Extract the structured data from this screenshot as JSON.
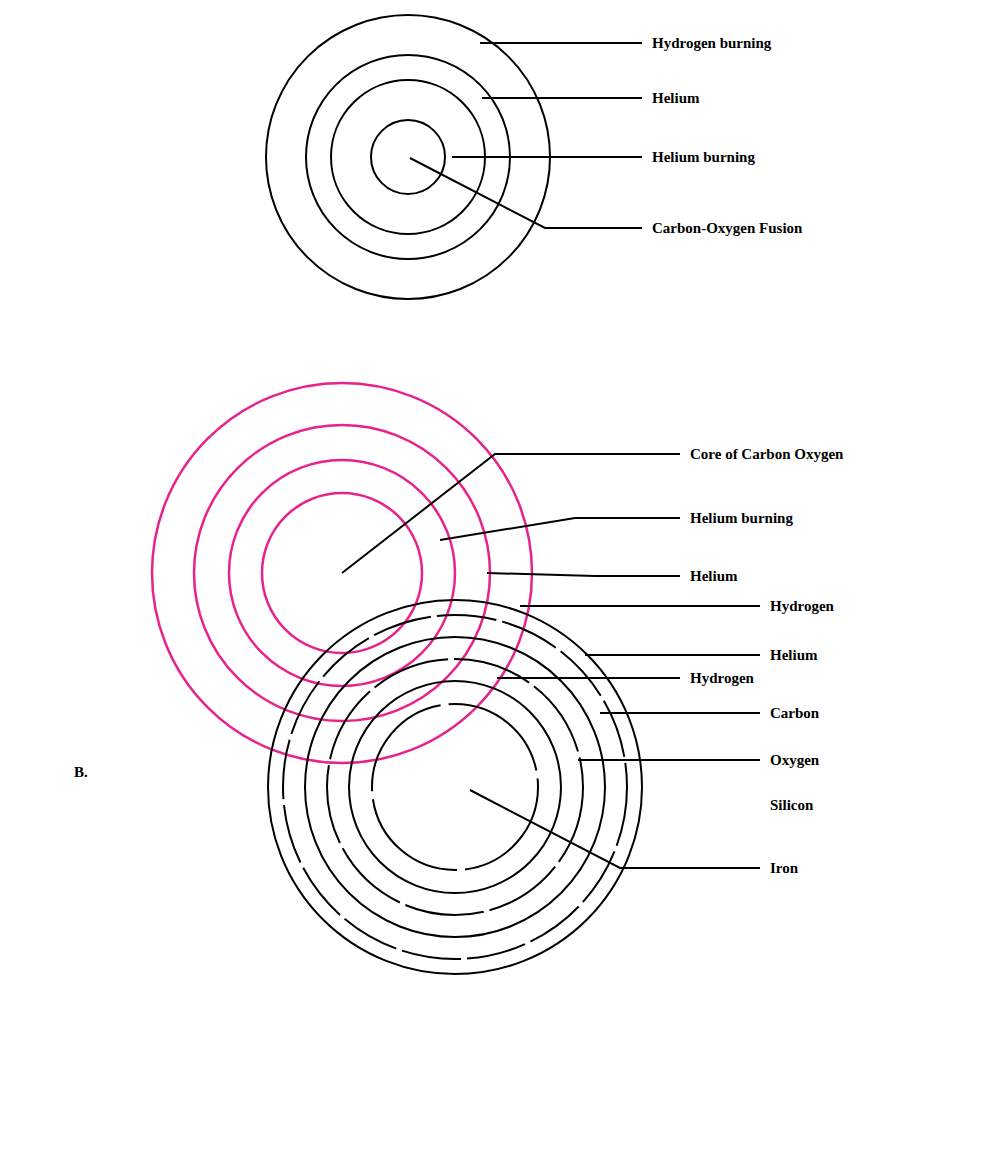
{
  "diagram": {
    "labels": [
      "Hydrogen burning",
      "Helium",
      "Helium burning",
      "Carbon-Oxygen Fusion",
      "Core of Carbon Oxygen",
      "Helium burning",
      "Helium",
      "Hydrogen",
      "B.",
      "Hydrogen",
      "Helium",
      "Carbon",
      "Oxygen",
      "Silicon",
      "Iron"
    ]
  }
}
